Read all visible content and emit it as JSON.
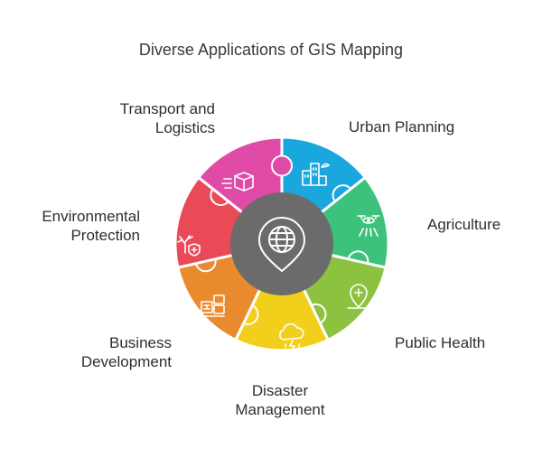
{
  "title": "Diverse Applications of GIS Mapping",
  "center": {
    "icon": "globe-location-pin-icon",
    "color": "#6b6b6b"
  },
  "segments": [
    {
      "id": "urban-planning",
      "label": "Urban Planning",
      "color": "#1aa7dd",
      "icon": "city-buildings-icon"
    },
    {
      "id": "agriculture",
      "label": "Agriculture",
      "color": "#3cc27a",
      "icon": "drone-field-icon"
    },
    {
      "id": "public-health",
      "label": "Public Health",
      "color": "#8cc23f",
      "icon": "map-pin-cross-icon"
    },
    {
      "id": "disaster-management",
      "label": "Disaster\nManagement",
      "color": "#f2cf1a",
      "icon": "storm-cloud-icon"
    },
    {
      "id": "business-development",
      "label": "Business\nDevelopment",
      "color": "#ea8a2e",
      "icon": "business-grid-icon"
    },
    {
      "id": "environmental-protection",
      "label": "Environmental\nProtection",
      "color": "#ea4a58",
      "icon": "tree-shield-icon"
    },
    {
      "id": "transport-logistics",
      "label": "Transport and\nLogistics",
      "color": "#e04ba8",
      "icon": "delivery-box-icon"
    }
  ]
}
